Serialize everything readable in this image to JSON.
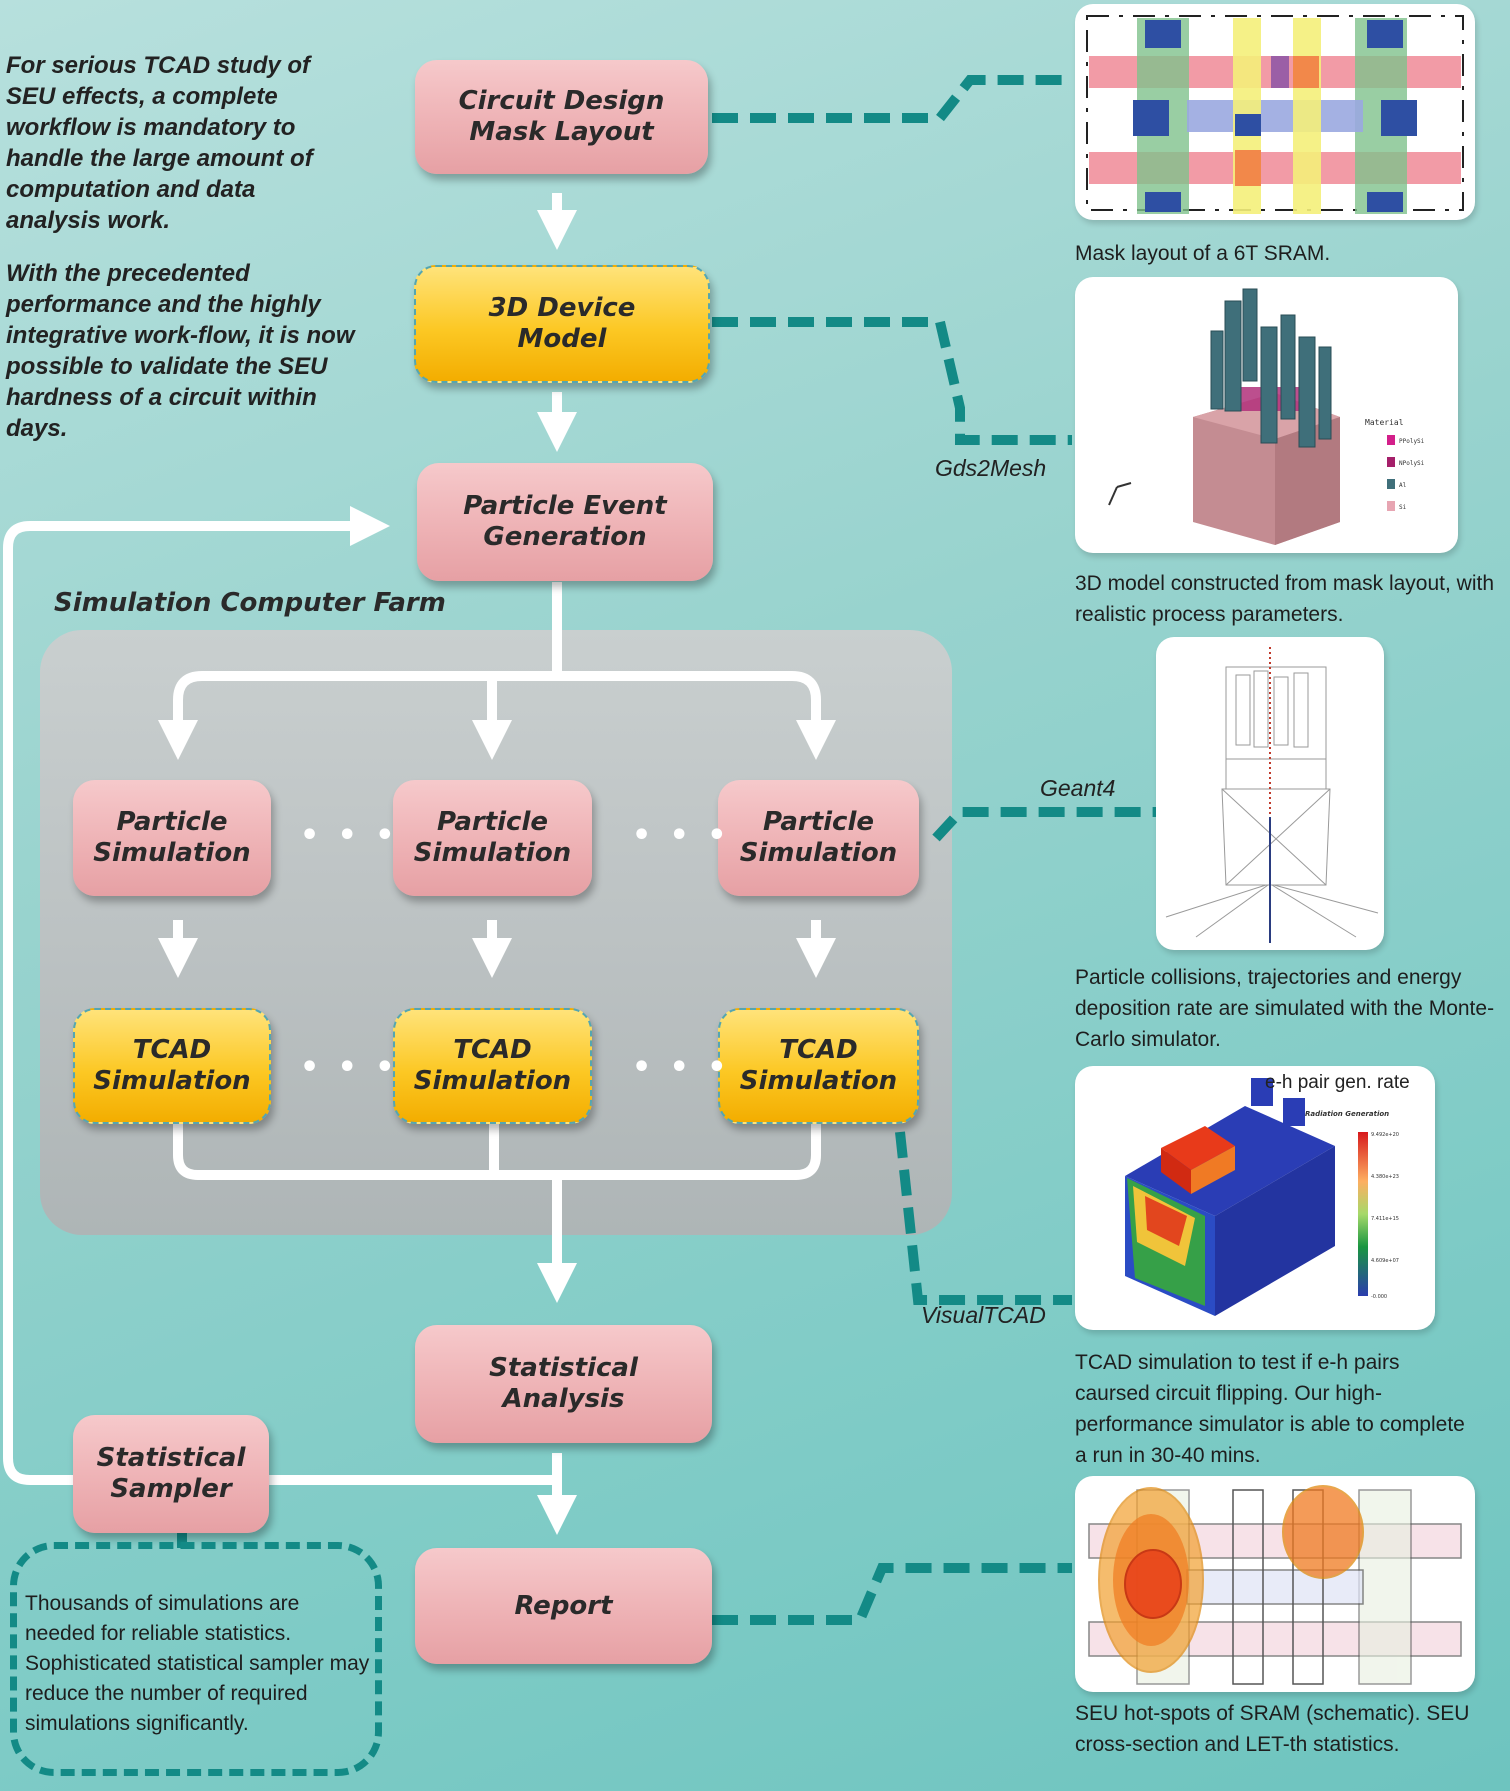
{
  "intro": {
    "paragraph1": "For serious TCAD study of SEU effects, a complete workflow is mandatory to handle the large amount of computation and data analysis work.",
    "paragraph2": "With the precedented performance and the highly integrative work-flow, it is now possible to validate the SEU hardness of a circuit within days."
  },
  "boxes": {
    "circuit_design": "Circuit Design\nMask Layout",
    "device_model": "3D Device\nModel",
    "particle_event": "Particle Event\nGeneration",
    "particle_sim": "Particle\nSimulation",
    "tcad_sim": "TCAD\nSimulation",
    "statistical_analysis": "Statistical\nAnalysis",
    "statistical_sampler": "Statistical\nSampler",
    "report": "Report"
  },
  "farm_title": "Simulation Computer Farm",
  "ellipsis": "• • •",
  "tools": {
    "gds2mesh": "Gds2Mesh",
    "geant4": "Geant4",
    "visualtcad": "VisualTCAD"
  },
  "captions": {
    "mask": "Mask layout of a 6T SRAM.",
    "model": "3D model constructed from mask layout, with realistic process parameters.",
    "particle": "Particle collisions, trajectories and energy deposition rate are simulated with the Monte-Carlo simulator.",
    "tcad": "TCAD simulation to test if e-h pairs caursed circuit flipping. Our high-performance simulator is able to complete a run in 30-40 mins.",
    "seu": "SEU hot-spots of SRAM (schematic). SEU cross-section and LET-th statistics."
  },
  "panel_labels": {
    "eh_rate": "e-h pair gen. rate",
    "radiation_title": "Radiation Generation",
    "radiation_ticks": [
      "9.492e+20",
      "4.380e+23",
      "7.411e+15",
      "4.609e+07",
      "-0.000"
    ],
    "material_title": "Material",
    "materials": [
      "PPolySi",
      "NPolySi",
      "Al",
      "Si"
    ]
  },
  "note": "Thousands of simulations are needed for reliable statistics. Sophisticated statistical sampler may reduce the number of required simulations significantly.",
  "colors": {
    "flow_arrow": "#ffffff",
    "dashed_link": "#138a86",
    "pink_box": "#eeb2b5",
    "gold_box": "#fcc824",
    "farm": "#bcc2c3"
  }
}
